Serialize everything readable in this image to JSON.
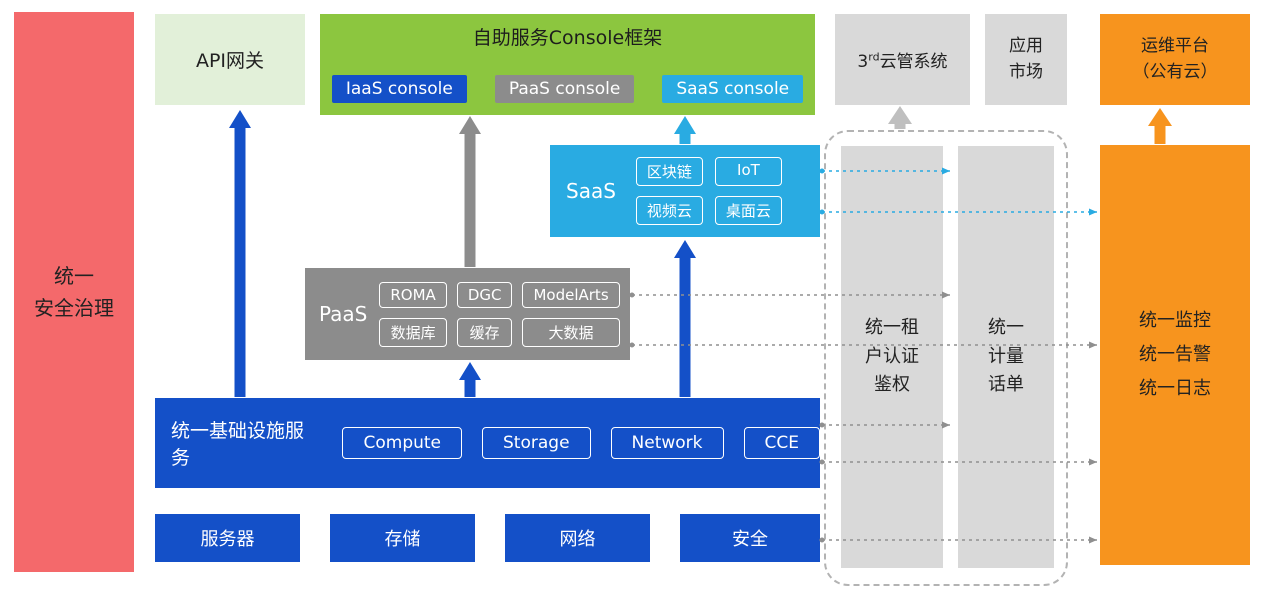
{
  "colors": {
    "red": "#F4696B",
    "light_green": "#E2F0D9",
    "green": "#8CC63F",
    "blue": "#1450C8",
    "gray": "#8C8C8C",
    "light_gray": "#D9D9D9",
    "cyan": "#29ABE2",
    "orange": "#F7941E"
  },
  "security_governance": {
    "label": "统一\n安全治理"
  },
  "api_gateway": {
    "label": "API网关"
  },
  "console_frame": {
    "title": "自助服务Console框架",
    "buttons": [
      "IaaS console",
      "PaaS console",
      "SaaS console"
    ]
  },
  "third_party_cms": {
    "prefix": "3",
    "sup": "rd",
    "suffix": "云管系统"
  },
  "app_market": {
    "label": "应用\n市场"
  },
  "om_platform": {
    "label": "运维平台\n（公有云）"
  },
  "saas": {
    "label": "SaaS",
    "chips": [
      "区块链",
      "IoT",
      "视频云",
      "桌面云"
    ]
  },
  "paas": {
    "label": "PaaS",
    "chips": [
      "ROMA",
      "DGC",
      "ModelArts",
      "数据库",
      "缓存",
      "大数据"
    ]
  },
  "infra": {
    "label": "统一基础设施服务",
    "chips": [
      "Compute",
      "Storage",
      "Network",
      "CCE"
    ]
  },
  "hardware_row": [
    "服务器",
    "存储",
    "网络",
    "安全"
  ],
  "auth_bar": {
    "label": "统一租\n户认证\n鉴权"
  },
  "metering_bar": {
    "label": "统一\n计量\n话单"
  },
  "monitor_bar": {
    "label": "统一监控\n统一告警\n统一日志"
  }
}
